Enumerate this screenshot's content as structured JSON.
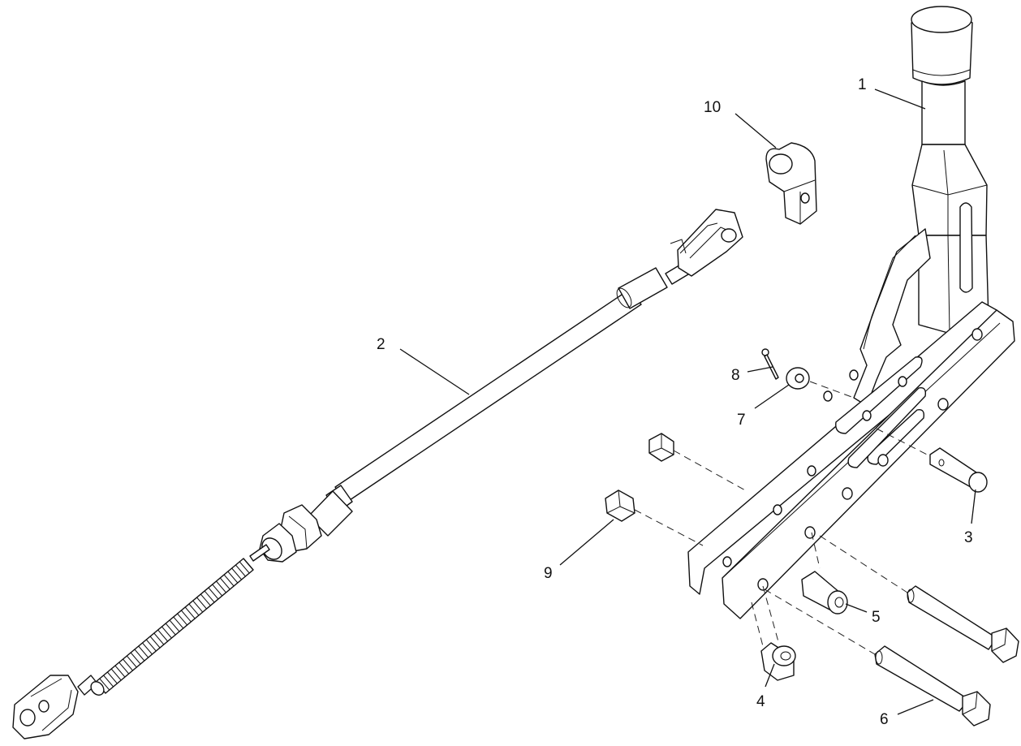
{
  "diagram": {
    "type": "exploded parts diagram",
    "callouts": [
      {
        "id": "callout-1",
        "label": "1"
      },
      {
        "id": "callout-2",
        "label": "2"
      },
      {
        "id": "callout-3",
        "label": "3"
      },
      {
        "id": "callout-4",
        "label": "4"
      },
      {
        "id": "callout-5",
        "label": "5"
      },
      {
        "id": "callout-6",
        "label": "6"
      },
      {
        "id": "callout-7",
        "label": "7"
      },
      {
        "id": "callout-8",
        "label": "8"
      },
      {
        "id": "callout-9",
        "label": "9"
      },
      {
        "id": "callout-10",
        "label": "10"
      }
    ]
  }
}
